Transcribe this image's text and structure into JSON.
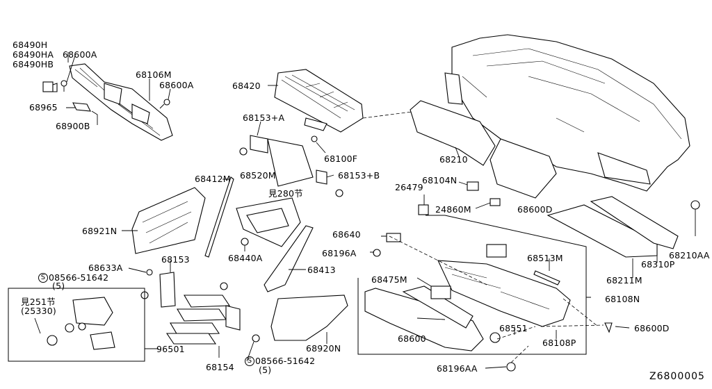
{
  "diagram": {
    "code": "Z6800005",
    "labels": {
      "p68490h": "68490H",
      "p68490ha": "68490HA",
      "p68490hb": "68490HB",
      "p68600a_1": "68600A",
      "p68106m": "68106M",
      "p68600a_2": "68600A",
      "p68965": "68965",
      "p68900b": "68900B",
      "p68420": "68420",
      "p68153a": "68153+A",
      "p68100f": "68100F",
      "p68520m": "68520M",
      "p68153b": "68153+B",
      "ref280": "見280节",
      "p68412m": "68412M",
      "p68921n": "68921N",
      "p68440a": "68440A",
      "p68413": "68413",
      "p68633a": "68633A",
      "p68153": "68153",
      "bolt1": "08566-51642",
      "bolt1_qty": "(5)",
      "ref251": "見251节",
      "p25330": "(25330)",
      "p96501": "96501",
      "p68154": "68154",
      "bolt2": "08566-51642",
      "bolt2_qty": "(5)",
      "p68920n": "68920N",
      "p68210": "68210",
      "p26479": "26479",
      "p68104n": "68104N",
      "p24860m": "24860M",
      "p68600d_1": "68600D",
      "p68640": "68640",
      "p68196a": "68196A",
      "p68475m": "68475M",
      "p68513m": "68513M",
      "p68108n": "68108N",
      "p68600": "68600",
      "p68551": "68551",
      "p68108p": "68108P",
      "p68600d_2": "68600D",
      "p68196aa": "68196AA",
      "p68211m": "68211M",
      "p68310p": "68310P",
      "p68210aa": "68210AA",
      "bolt_symbol": "S"
    }
  }
}
